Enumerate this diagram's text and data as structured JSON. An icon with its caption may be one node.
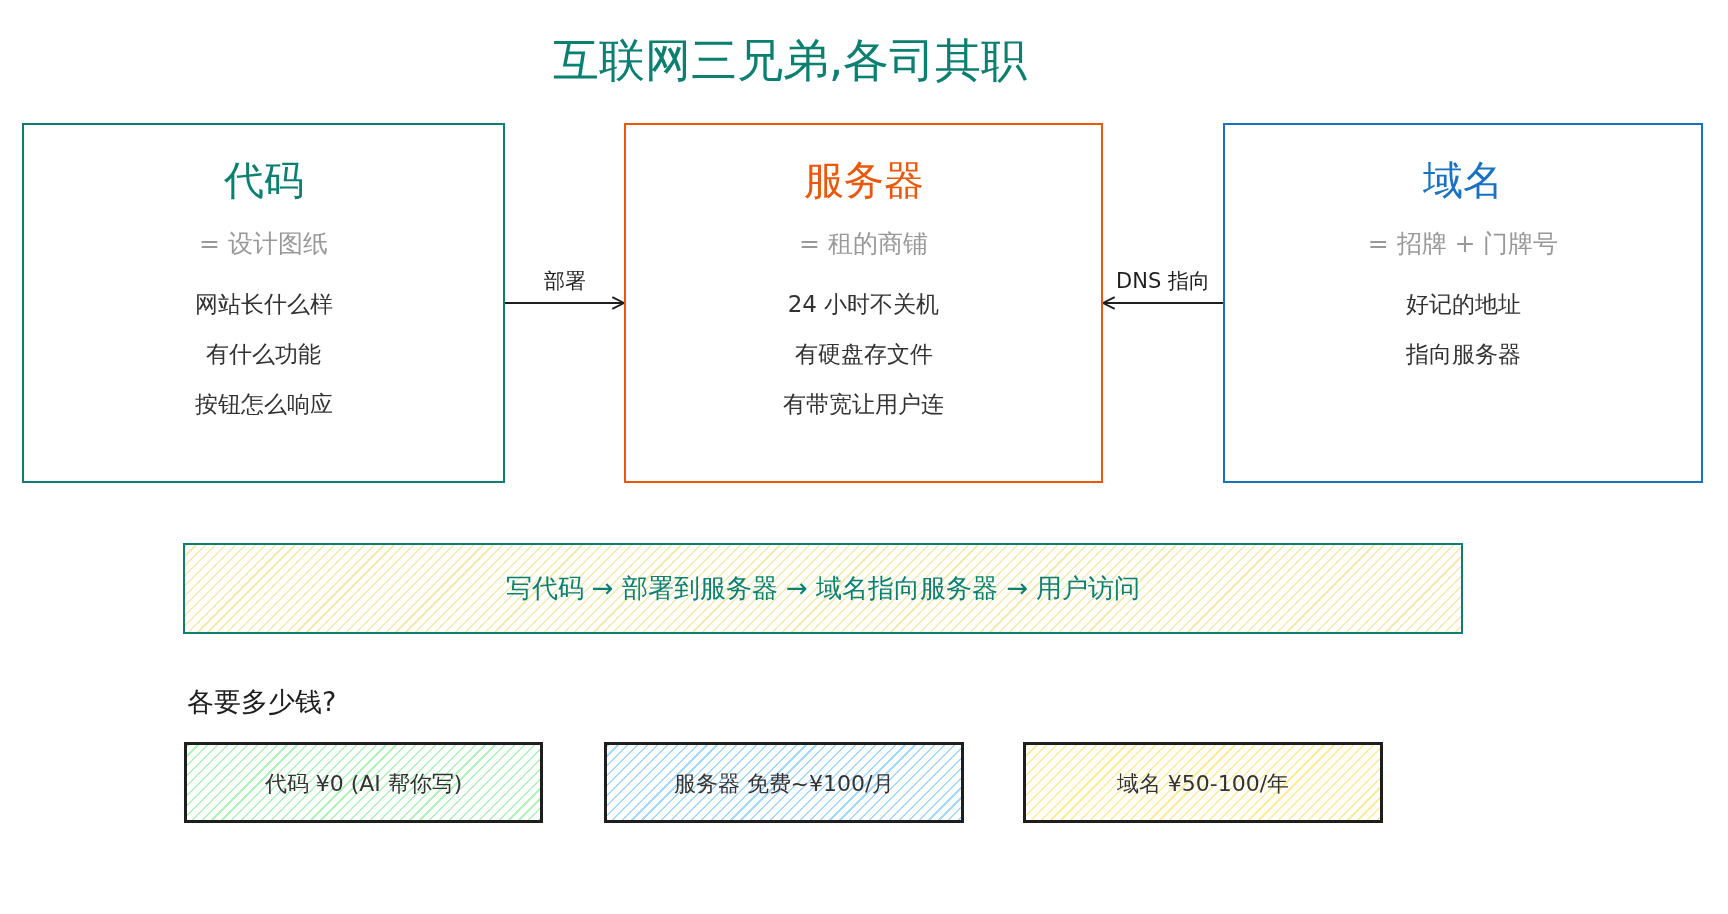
{
  "diagram": {
    "title": "互联网三兄弟,各司其职",
    "nodes": [
      {
        "text": [
          "代码",
          "= 设计图纸",
          "网站长什么样",
          "有什么功能",
          "按钮怎么响应"
        ]
      },
      {
        "text": [
          "服务器",
          "= 租的商铺",
          "24 小时不关机",
          "有硬盘存文件",
          "有带宽让用户连"
        ]
      },
      {
        "text": [
          "域名",
          "= 招牌 + 门牌号",
          "好记的地址",
          "指向服务器"
        ]
      },
      {
        "text": [
          "写代码 → 部署到服务器 → 域名指向服务器 → 用户访问"
        ]
      },
      {
        "text": [
          "代码 ¥0 (AI 帮你写)"
        ]
      },
      {
        "text": [
          "服务器 免费~¥100/月"
        ]
      },
      {
        "text": [
          "域名 ¥50-100/年"
        ]
      }
    ],
    "edges": [
      {
        "from": 0,
        "to": 1,
        "arrow": "to",
        "label": "部署"
      },
      {
        "from": 2,
        "to": 1,
        "arrow": "to",
        "label": "DNS 指向"
      }
    ],
    "labels": [
      "各要多少钱?"
    ]
  }
}
